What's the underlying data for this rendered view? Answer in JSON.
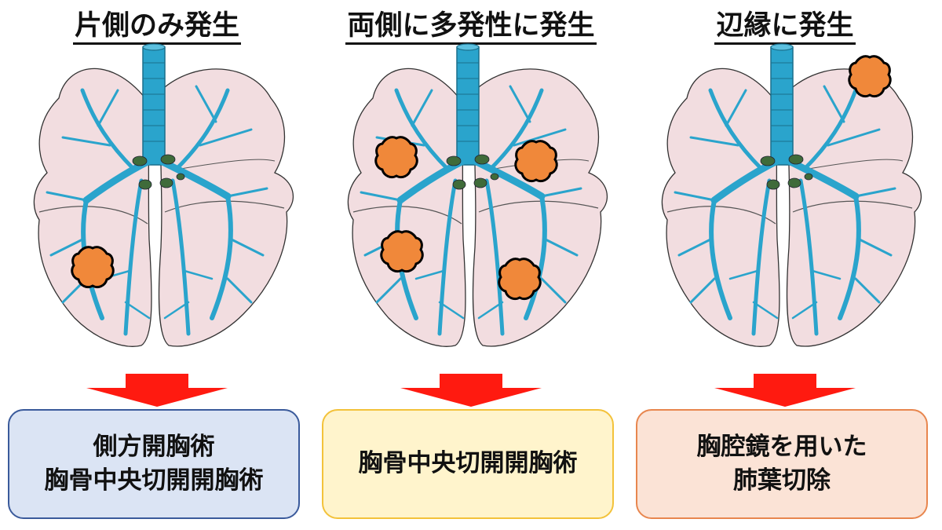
{
  "panels": [
    {
      "title": "片側のみ発生",
      "procedures": [
        "側方開胸術",
        "胸骨中央切開開胸術"
      ]
    },
    {
      "title": "両側に多発性に発生",
      "procedures": [
        "胸骨中央切開開胸術"
      ]
    },
    {
      "title": "辺縁に発生",
      "procedures": [
        "胸腔鏡を用いた",
        "肺葉切除"
      ]
    }
  ],
  "colors": {
    "lung_fill": "#f2dde0",
    "airway": "#2aa4cc",
    "lymph_node": "#3f6b3a",
    "tumor": "#f0883a",
    "arrow": "#ff1a10",
    "box1": "#dbe4f4",
    "box2": "#fff4cc",
    "box3": "#fbe3d6"
  }
}
